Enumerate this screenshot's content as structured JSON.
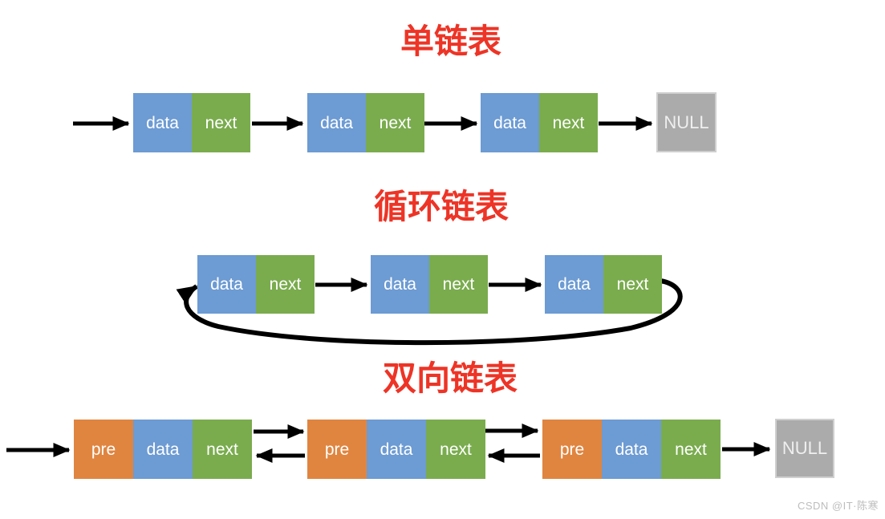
{
  "page": {
    "background": "#ffffff",
    "watermark": "CSDN @IT·陈寒"
  },
  "colors": {
    "title_red": "#ED3426",
    "cell_data_blue": "#6D9BD3",
    "cell_next_green": "#7AAC4E",
    "cell_pre_orange": "#E08540",
    "null_gray": "#ABABAB",
    "arrow_black": "#000000",
    "cell_text_white": "#FFFFFF",
    "watermark_gray": "#BDBDBD"
  },
  "sections": [
    {
      "id": "singly",
      "title": "单链表",
      "nodes": [
        {
          "cells": [
            {
              "label": "data"
            },
            {
              "label": "next"
            }
          ]
        },
        {
          "cells": [
            {
              "label": "data"
            },
            {
              "label": "next"
            }
          ]
        },
        {
          "cells": [
            {
              "label": "data"
            },
            {
              "label": "next"
            }
          ]
        }
      ],
      "terminator_label": "NULL"
    },
    {
      "id": "circular",
      "title": "循环链表",
      "nodes": [
        {
          "cells": [
            {
              "label": "data"
            },
            {
              "label": "next"
            }
          ]
        },
        {
          "cells": [
            {
              "label": "data"
            },
            {
              "label": "next"
            }
          ]
        },
        {
          "cells": [
            {
              "label": "data"
            },
            {
              "label": "next"
            }
          ]
        }
      ]
    },
    {
      "id": "doubly",
      "title": "双向链表",
      "nodes": [
        {
          "cells": [
            {
              "label": "pre"
            },
            {
              "label": "data"
            },
            {
              "label": "next"
            }
          ]
        },
        {
          "cells": [
            {
              "label": "pre"
            },
            {
              "label": "data"
            },
            {
              "label": "next"
            }
          ]
        },
        {
          "cells": [
            {
              "label": "pre"
            },
            {
              "label": "data"
            },
            {
              "label": "next"
            }
          ]
        }
      ],
      "terminator_label": "NULL"
    }
  ]
}
